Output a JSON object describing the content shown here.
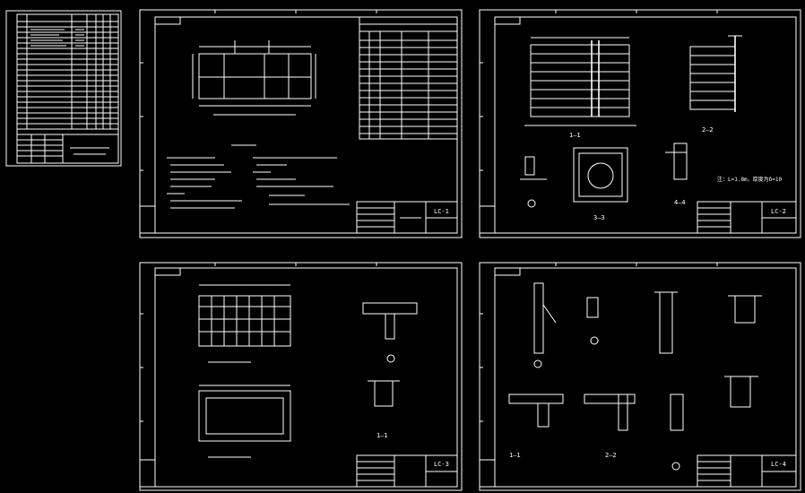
{
  "sheets": [
    {
      "code": "LC-1"
    },
    {
      "code": "LC-2"
    },
    {
      "code": "LC-3"
    },
    {
      "code": "LC-4"
    }
  ],
  "section_labels": {
    "s1": "1—1",
    "s2": "2—2",
    "s3": "3—3",
    "s4": "4—4"
  },
  "sheet2_note": "注：L=1.8m，厚度为δ=10"
}
